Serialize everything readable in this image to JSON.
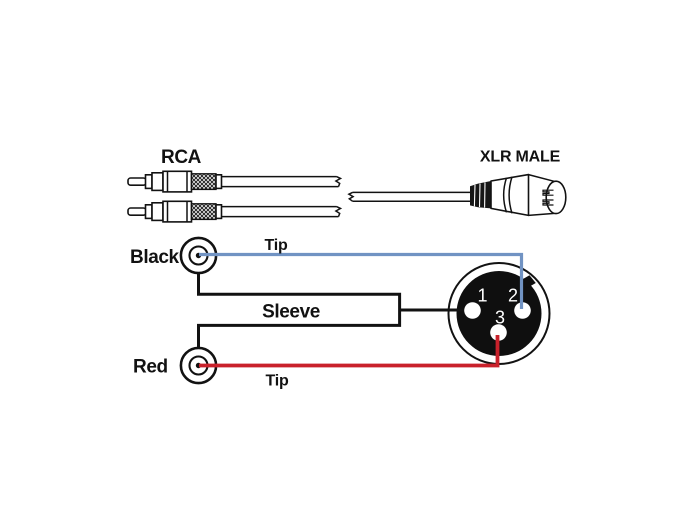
{
  "header": {
    "rca_title": "RCA",
    "xlr_title": "XLR MALE"
  },
  "wiring": {
    "black_label": "Black",
    "red_label": "Red",
    "tip_top_label": "Tip",
    "sleeve_label": "Sleeve",
    "tip_bottom_label": "Tip",
    "pins": {
      "pin1": "1",
      "pin2": "2",
      "pin3": "3"
    },
    "wire_colors": {
      "tip_top": "#7193c3",
      "sleeve": "#121212",
      "tip_bottom": "#c9212b"
    },
    "connections": [
      {
        "rca": "Black",
        "part": "Tip",
        "xlr_pin": "2"
      },
      {
        "rca": "Black + Red",
        "part": "Sleeve",
        "xlr_pin": "1"
      },
      {
        "rca": "Red",
        "part": "Tip",
        "xlr_pin": "3"
      }
    ]
  }
}
